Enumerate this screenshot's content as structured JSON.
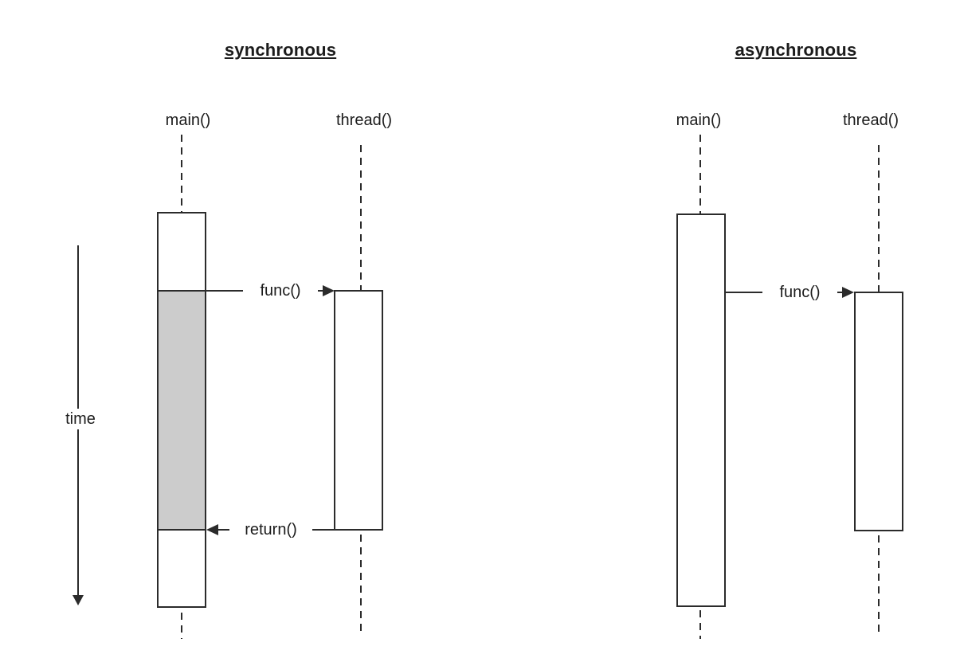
{
  "page": {
    "background": "#ffffff",
    "line_color": "#2b2b2b",
    "blocked_fill_color": "#cccccc"
  },
  "sync": {
    "title": "synchronous",
    "main_lifeline": "main()",
    "thread_lifeline": "thread()",
    "call_label": "func()",
    "return_label": "return()"
  },
  "async": {
    "title": "asynchronous",
    "main_lifeline": "main()",
    "thread_lifeline": "thread()",
    "call_label": "func()"
  },
  "time_axis": {
    "label": "time"
  }
}
